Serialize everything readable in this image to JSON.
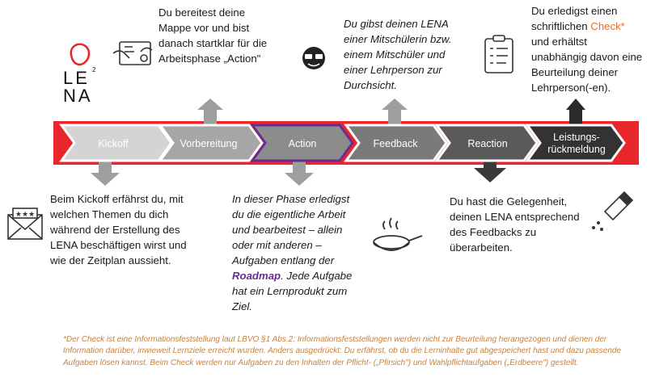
{
  "logo": {
    "line1": "LE",
    "line2": "NA",
    "superscript": "2"
  },
  "phases": [
    {
      "label": "Kickoff"
    },
    {
      "label": "Vorbereitung"
    },
    {
      "label": "Action"
    },
    {
      "label": "Feedback"
    },
    {
      "label": "Reaction"
    },
    {
      "label": "Leistungs-"
    },
    {
      "label": "rückmeldung"
    }
  ],
  "texts": {
    "vorbereitung": [
      "Du bereitest deine",
      "Mappe vor und bist",
      "danach startklar für die",
      "Arbeitsphase „Action\""
    ],
    "feedback": [
      "Du gibst deinen LENA",
      "einer Mitschülerin bzw.",
      "einem Mitschüler und",
      "einer Lehrperson zur",
      "Durchsicht."
    ],
    "leistung_1": "Du erledigst einen",
    "leistung_2": "schriftlichen ",
    "leistung_check": "Check*",
    "leistung_rest": [
      "und erhältst",
      "unabhängig davon eine",
      "Beurteilung deiner",
      "Lehrperson(-en)."
    ],
    "kickoff": [
      "Beim Kickoff erfährst du, mit",
      "welchen Themen du dich",
      "während der Erstellung des",
      "LENA beschäftigen wirst und",
      "wie der Zeitplan aussieht."
    ],
    "action": [
      "In dieser Phase erledigst",
      "du die eigentliche Arbeit",
      "und bearbeitest – allein",
      "oder mit anderen –",
      "Aufgaben entlang der"
    ],
    "action_roadmap": "Roadmap",
    "action_rest_1": ". Jede Aufgabe",
    "action_rest": [
      "hat ein Lernprodukt zum",
      "Ziel."
    ],
    "reaction": [
      "Du hast die Gelegenheit,",
      "deinen LENA entsprechend",
      "des Feedbacks zu",
      "überarbeiten."
    ]
  },
  "footnote": "*Der Check ist eine Informationsfeststellung laut LBVO §1 Abs.2: Informationsfeststellungen werden nicht zur Beurteilung herangezogen und dienen der Information darüber, inwieweit Lernziele erreicht wurden. Anders ausgedrückt: Du erfährst, ob du die Lerninhalte gut abgespeichert hast und dazu passende Aufgaben lösen kannst. Beim Check werden nur Aufgaben zu den Inhalten der Pflicht- („Pfirsich\") und Wahlpflichtaufgaben („Erdbeere\") gestellt.",
  "colors": {
    "red": "#e8262b",
    "purple": "#6a2c91",
    "check": "#e0702a",
    "footnote": "#c8823c"
  },
  "icons": [
    "hands-document-icon",
    "emoji-thumbs-icon",
    "checklist-icon",
    "envelope-stars-icon",
    "frying-pan-icon",
    "salt-shaker-icon"
  ]
}
